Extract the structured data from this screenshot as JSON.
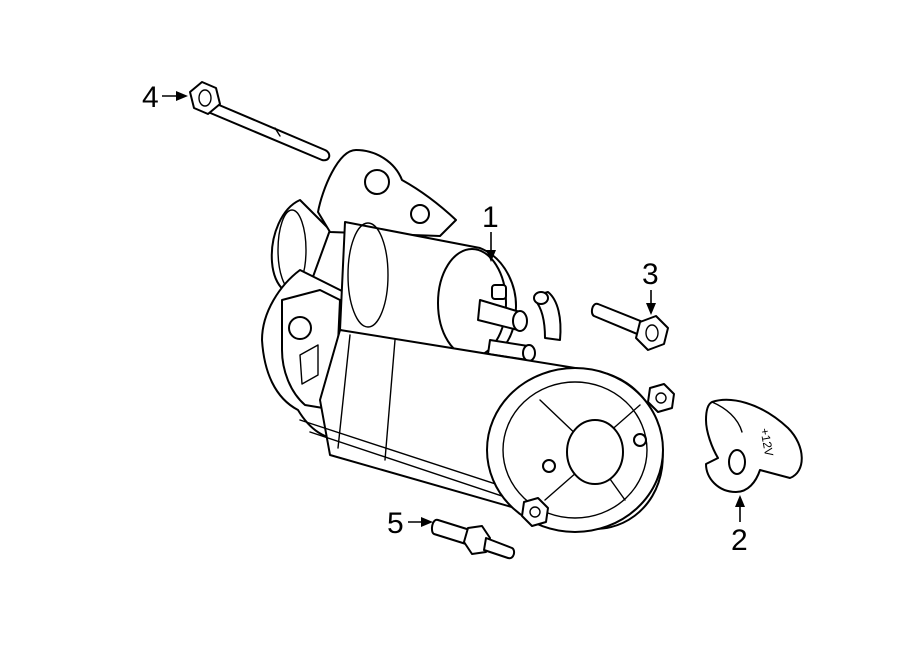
{
  "diagram": {
    "callouts": [
      {
        "id": "1",
        "label": "1",
        "part": "starter-motor"
      },
      {
        "id": "2",
        "label": "2",
        "part": "terminal-cover"
      },
      {
        "id": "3",
        "label": "3",
        "part": "terminal-bolt"
      },
      {
        "id": "4",
        "label": "4",
        "part": "long-mounting-bolt"
      },
      {
        "id": "5",
        "label": "5",
        "part": "short-mounting-bolt"
      }
    ],
    "cover_marking": "+12V"
  }
}
